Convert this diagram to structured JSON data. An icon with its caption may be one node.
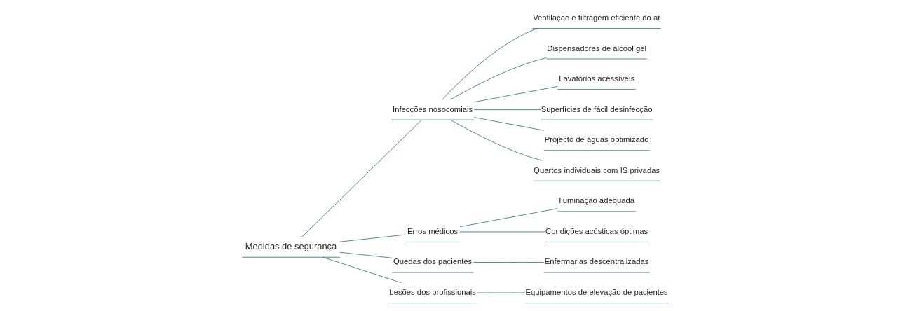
{
  "diagram": {
    "nodes": [
      {
        "text": [
          "Medidas de segurança"
        ]
      },
      {
        "text": [
          "Infecções nosocomiais"
        ]
      },
      {
        "text": [
          "Ventilação e filtragem eficiente do ar"
        ]
      },
      {
        "text": [
          "Dispensadores de álcool gel"
        ]
      },
      {
        "text": [
          "Lavatórios acessíveis"
        ]
      },
      {
        "text": [
          "Superfícies de fácil desinfecção"
        ]
      },
      {
        "text": [
          "Projecto de águas optimizado"
        ]
      },
      {
        "text": [
          "Quartos individuais com IS privadas"
        ]
      },
      {
        "text": [
          "Erros médicos"
        ]
      },
      {
        "text": [
          "Iluminação adequada"
        ]
      },
      {
        "text": [
          "Condições acústicas óptimas"
        ]
      },
      {
        "text": [
          "Quedas dos pacientes"
        ]
      },
      {
        "text": [
          "Enfermarias descentralizadas"
        ]
      },
      {
        "text": [
          "Lesões dos profissionais"
        ]
      },
      {
        "text": [
          "Equipamentos de elevação de pacientes"
        ]
      }
    ],
    "edges": [
      {
        "from": 0,
        "to": 1,
        "arrow": "none"
      },
      {
        "from": 1,
        "to": 2,
        "arrow": "none"
      },
      {
        "from": 1,
        "to": 3,
        "arrow": "none"
      },
      {
        "from": 1,
        "to": 4,
        "arrow": "none"
      },
      {
        "from": 1,
        "to": 5,
        "arrow": "none"
      },
      {
        "from": 1,
        "to": 6,
        "arrow": "none"
      },
      {
        "from": 1,
        "to": 7,
        "arrow": "none"
      },
      {
        "from": 0,
        "to": 8,
        "arrow": "none"
      },
      {
        "from": 8,
        "to": 9,
        "arrow": "none"
      },
      {
        "from": 8,
        "to": 10,
        "arrow": "none"
      },
      {
        "from": 0,
        "to": 11,
        "arrow": "none"
      },
      {
        "from": 11,
        "to": 12,
        "arrow": "none"
      },
      {
        "from": 0,
        "to": 13,
        "arrow": "none"
      },
      {
        "from": 13,
        "to": 14,
        "arrow": "none"
      }
    ]
  }
}
